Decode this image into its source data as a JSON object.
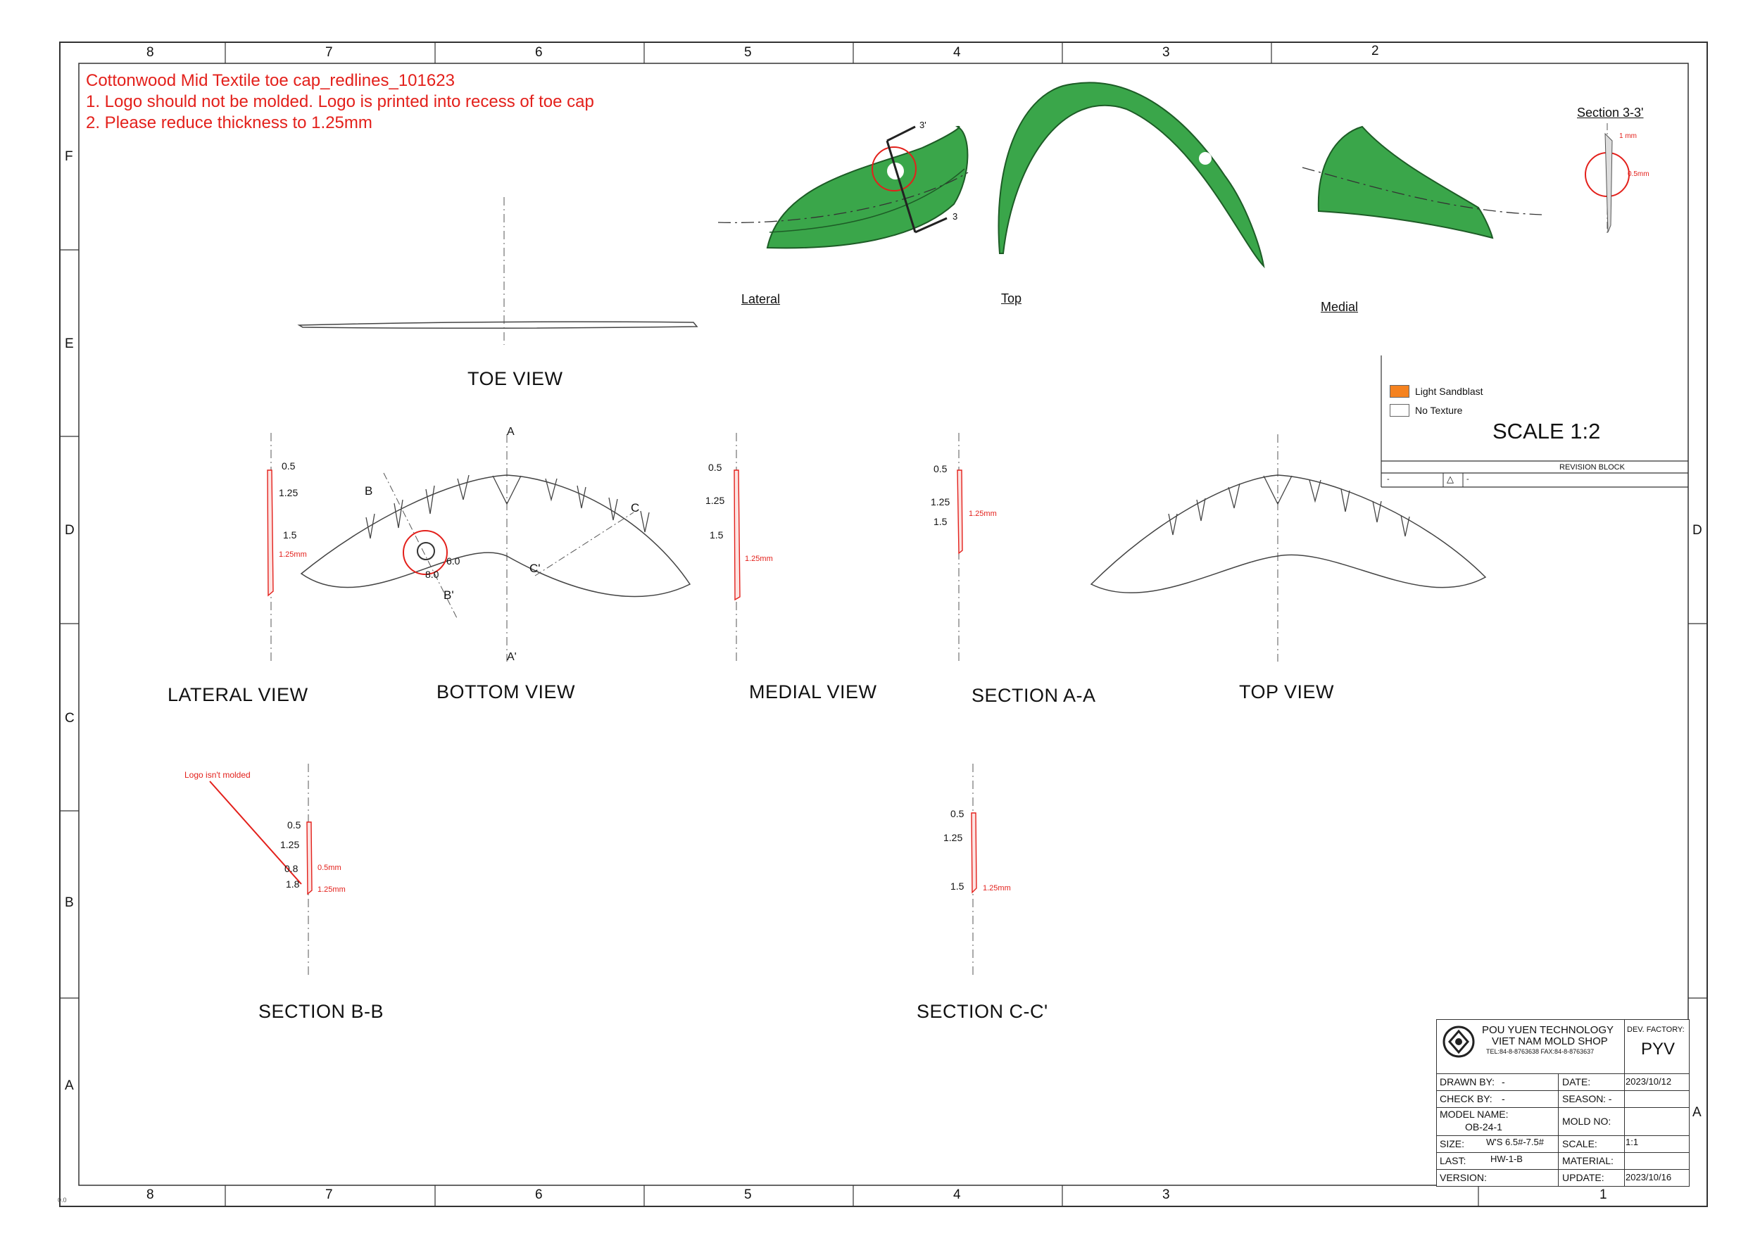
{
  "redlines": {
    "title": "Cottonwood Mid Textile toe cap_redlines_101623",
    "note1": "1. Logo should not be molded. Logo is printed into recess of toe cap",
    "note2": "2. Please reduce thickness to 1.25mm",
    "logo_note": "Logo isn't molded",
    "thickness_callout": "1.25mm",
    "callout_half": "0.5mm",
    "callout_one": "1 mm",
    "color": "#e3201b"
  },
  "grid": {
    "columns_top": [
      "8",
      "7",
      "6",
      "5",
      "4",
      "3",
      "2"
    ],
    "columns_bottom": [
      "8",
      "7",
      "6",
      "5",
      "4",
      "3",
      "1"
    ],
    "rows": [
      "F",
      "E",
      "D",
      "C",
      "B",
      "A"
    ],
    "right_rows": [
      "D",
      "A"
    ],
    "corner_tag": "0.0"
  },
  "views": {
    "toe": "TOE VIEW",
    "lateral": "LATERAL VIEW",
    "bottom": "BOTTOM VIEW",
    "medial": "MEDIAL VIEW",
    "section_aa": "SECTION A-A",
    "top": "TOP VIEW",
    "section_bb": "SECTION B-B",
    "section_cc": "SECTION C-C'",
    "section_33": "Section 3-3'",
    "iso_lateral": "Lateral",
    "iso_top": "Top",
    "iso_medial": "Medial"
  },
  "section_marks": {
    "a": "A",
    "a_prime": "A'",
    "b": "B",
    "b_prime": "B'",
    "c": "C",
    "c_prime": "C'",
    "three": "3'",
    "three_b": "3",
    "dim_6": "6.0",
    "dim_8": "8.0"
  },
  "dims": {
    "lateral": [
      "0.5",
      "1.25",
      "1.5"
    ],
    "medial": [
      "0.5",
      "1.25",
      "1.5"
    ],
    "section_aa": [
      "0.5",
      "1.25",
      "1.5"
    ],
    "section_bb": [
      "0.5",
      "1.25",
      "0.8",
      "1.8"
    ],
    "section_cc": [
      "0.5",
      "1.25",
      "1.5"
    ]
  },
  "legend": {
    "items": [
      {
        "label": "Light Sandblast",
        "color": "#f5821f"
      },
      {
        "label": "No Texture",
        "color": "#ffffff"
      }
    ],
    "scale": "SCALE 1:2",
    "revision_block": "REVISION BLOCK",
    "rev_dash": "-",
    "rev_symbol": "△"
  },
  "model_color": "#3aa64a",
  "title_block": {
    "company_1": "POU YUEN TECHNOLOGY",
    "company_2": "VIET NAM MOLD SHOP",
    "contact": "TEL:84-8-8763638   FAX:84-8-8763637",
    "dev_factory_label": "DEV. FACTORY:",
    "dev_factory": "PYV",
    "drawn_by_label": "DRAWN BY:",
    "drawn_by": "-",
    "date_label": "DATE:",
    "date": "2023/10/12",
    "check_by_label": "CHECK BY:",
    "check_by": "-",
    "season_label": "SEASON",
    "season": ":  -",
    "model_name_label": "MODEL NAME:",
    "model_name": "OB-24-1",
    "mold_no_label": "MOLD NO:",
    "size_label": "SIZE:",
    "size": "W'S 6.5#-7.5#",
    "scale_label": "SCALE:",
    "scale": "1:1",
    "last_label": "LAST:",
    "last": "HW-1-B",
    "material_label": "MATERIAL:",
    "version_label": "VERSION:",
    "update_label": "UPDATE:",
    "update": "2023/10/16"
  }
}
